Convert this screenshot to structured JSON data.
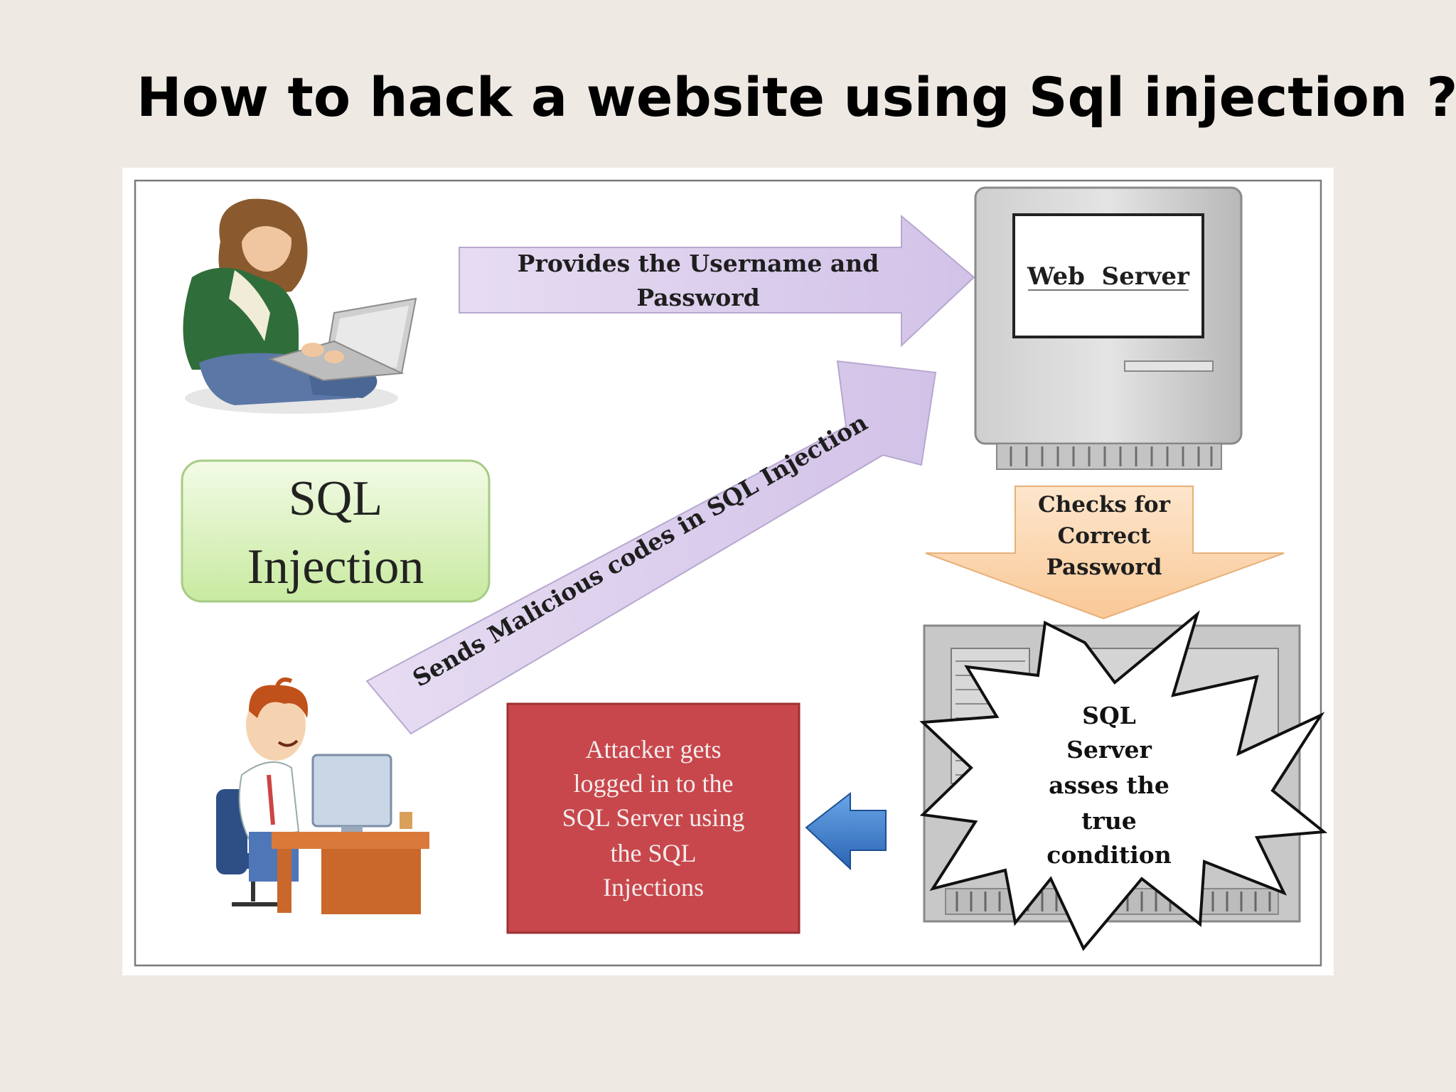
{
  "slide": {
    "title": "How to hack a website using Sql injection ?"
  },
  "diagram": {
    "top_arrow": {
      "line1": "Provides the Username and",
      "line2": "Password"
    },
    "web_server": {
      "label": "Web  Server"
    },
    "diagonal_arrow": {
      "label": "Sends Malicious codes in SQL Injection"
    },
    "sql_injection_box": {
      "line1": "SQL",
      "line2": "Injection"
    },
    "down_arrow": {
      "line1": "Checks for",
      "line2": "Correct",
      "line3": "Password"
    },
    "starburst": {
      "line1": "SQL",
      "line2": "Server",
      "line3": "asses the",
      "line4": "true",
      "line5": "condition"
    },
    "attacker_box": {
      "line1": "Attacker gets",
      "line2": "logged in to the",
      "line3": "SQL Server using",
      "line4": "the SQL",
      "line5": "Injections"
    },
    "colors": {
      "arrow_lavender": "#dcd0ec",
      "arrow_peach": "#fcd6b0",
      "attacker_box_red": "#c94c50",
      "green_box": "#dff3c2",
      "server_gray": "#bdbdbd",
      "back_arrow_blue": "#3d7fd0"
    }
  }
}
